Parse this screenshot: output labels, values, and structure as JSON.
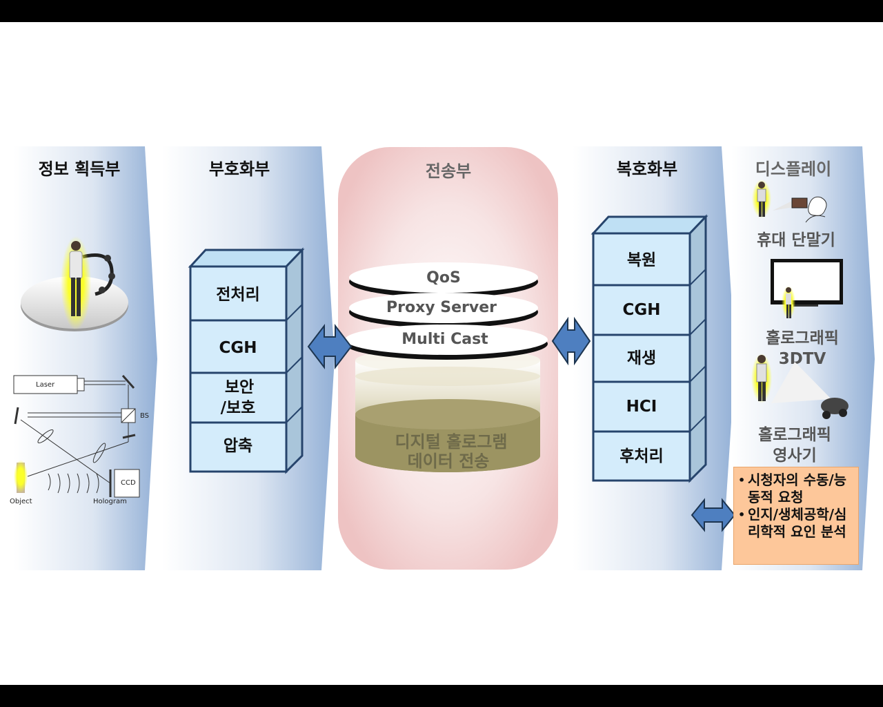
{
  "columns": {
    "acquisition": {
      "title": "정보 획득부"
    },
    "encoding": {
      "title": "부호화부",
      "boxes": [
        "전처리",
        "CGH",
        "보안\n/보호",
        "압축"
      ]
    },
    "transmission": {
      "title": "전송부",
      "disks": [
        "QoS",
        "Proxy Server",
        "Multi Cast"
      ],
      "db_label": [
        "디지털 홀로그램",
        "데이터 전송"
      ]
    },
    "decoding": {
      "title": "복호화부",
      "boxes": [
        "복원",
        "CGH",
        "재생",
        "HCI",
        "후처리"
      ]
    },
    "display": {
      "title": "디스플레이",
      "devices": [
        [
          "휴대 단말기"
        ],
        [
          "홀로그래픽",
          "3DTV"
        ],
        [
          "홀로그래픽",
          "영사기"
        ]
      ]
    }
  },
  "optics": {
    "laser": "Laser",
    "bs": "BS",
    "ccd": "CCD",
    "object": "Object",
    "hologram": "Hologram"
  },
  "note": {
    "items": [
      "시청자의 수동/능동적 요청",
      "인지/생체공학/심리학적 요인 분석"
    ]
  },
  "colors": {
    "panel": "#a9bedc",
    "box_front": "#d4ecfb",
    "box_side": "#a9c5da",
    "box_border": "#26446c",
    "arrow": "#4e7fc0",
    "note_bg": "#fdc79a",
    "db": "#9c9462",
    "pill": "#f1cdcd"
  }
}
